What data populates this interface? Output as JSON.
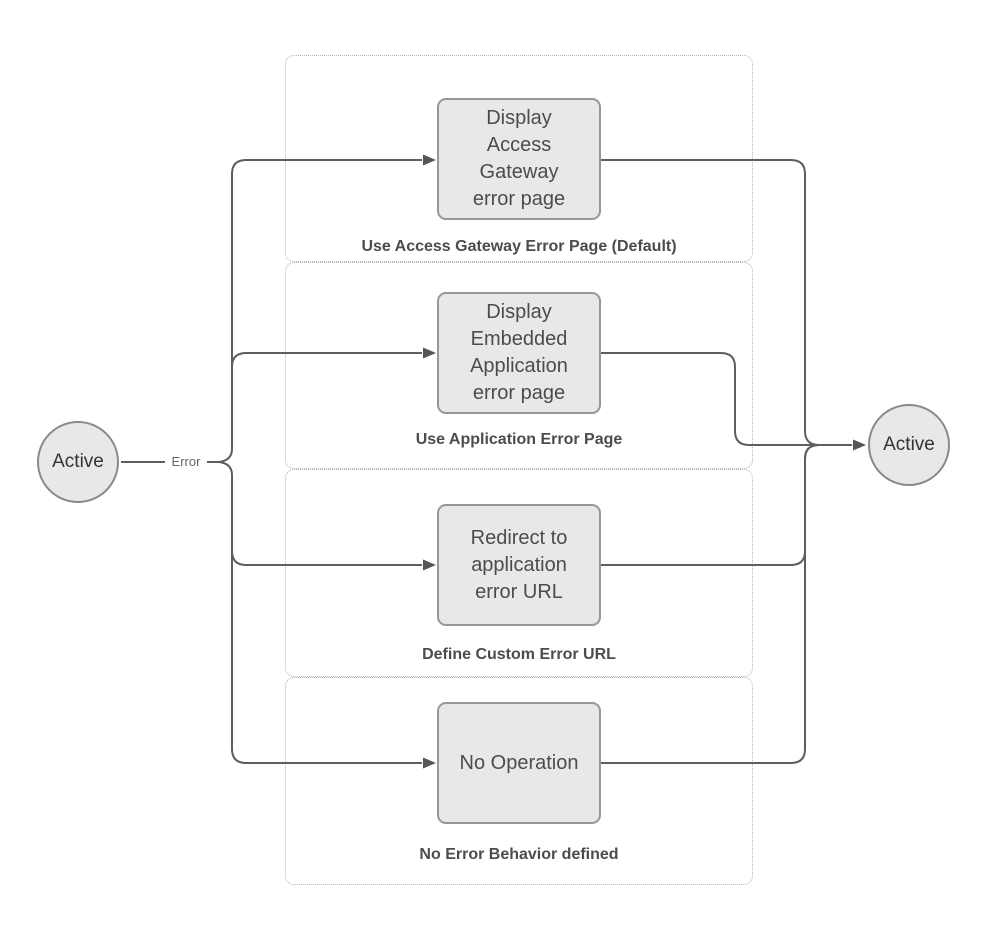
{
  "diagram": {
    "start_state": {
      "label": "Active"
    },
    "end_state": {
      "label": "Active"
    },
    "transition": {
      "label": "Error"
    },
    "lanes": [
      {
        "caption": "Use Access Gateway Error Page (Default)",
        "node_label": "Display\nAccess\nGateway\nerror page"
      },
      {
        "caption": "Use Application Error Page",
        "node_label": "Display\nEmbedded\nApplication\nerror page"
      },
      {
        "caption": "Define Custom Error URL",
        "node_label": "Redirect to\napplication\nerror URL"
      },
      {
        "caption": "No Error Behavior defined",
        "node_label": "No Operation"
      }
    ],
    "colors": {
      "node_fill": "#e8e8e8",
      "node_border": "#979797",
      "circle_border": "#8a8a8a",
      "connector": "#5e5e5e",
      "text": "#4c4c4c",
      "lane_border": "#b5b5b5",
      "background": "#ffffff"
    }
  }
}
